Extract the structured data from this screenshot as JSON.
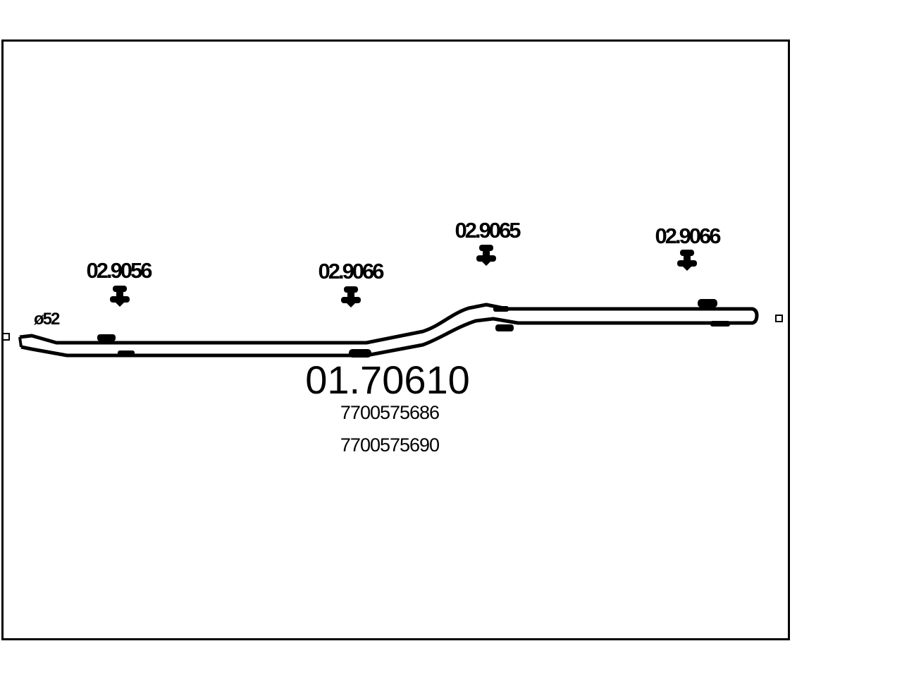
{
  "diagram": {
    "main_part_number": "01.70610",
    "oe_numbers": [
      "7700575686",
      "7700575690"
    ],
    "diameter_label": "ø52",
    "hanger_labels": [
      "02.9056",
      "02.9066",
      "02.9065",
      "02.9066"
    ]
  }
}
